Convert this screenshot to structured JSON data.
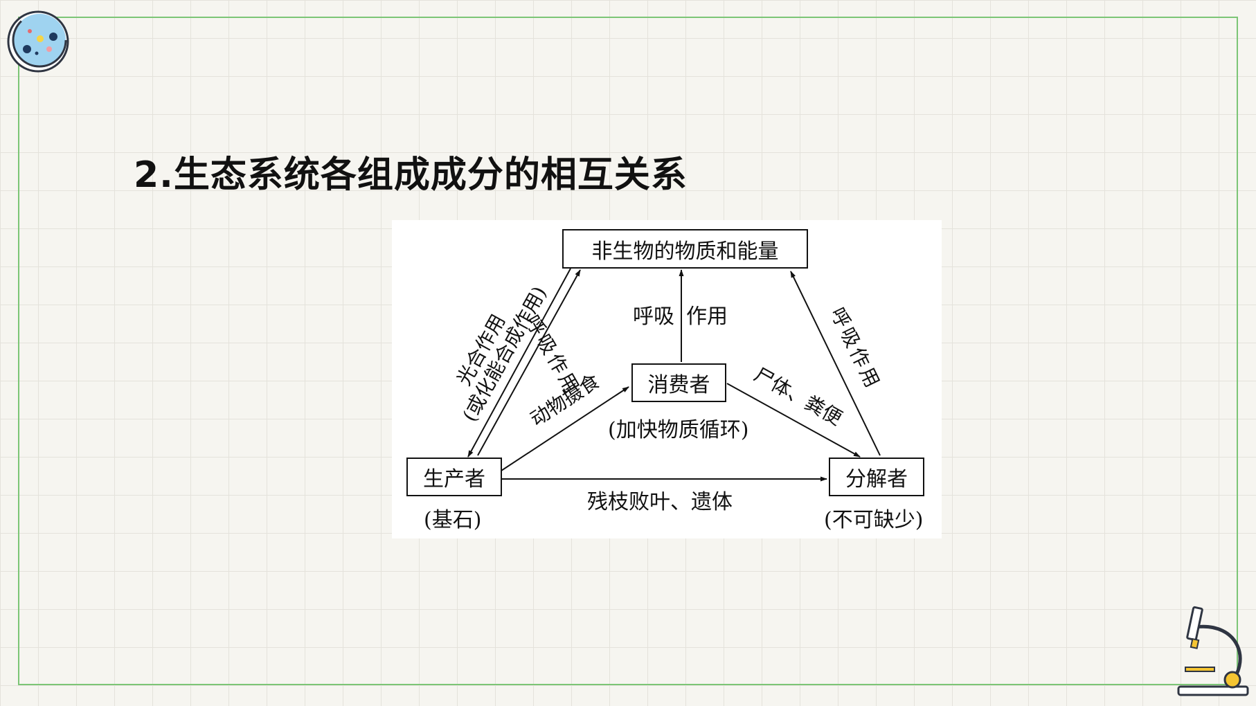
{
  "title": "2.生态系统各组成成分的相互关系",
  "icons": [
    "petri-dish-icon",
    "microscope-icon"
  ],
  "colors": {
    "frame": "#7cc576",
    "accent_yellow": "#f5c532",
    "background": "#f6f5f0"
  },
  "diagram": {
    "nodes": {
      "abiotic": "非生物的物质和能量",
      "consumer": "消费者",
      "producer": "生产者",
      "decomposer": "分解者"
    },
    "notes": {
      "producer": "(基石)",
      "consumer": "(加快物质循环)",
      "decomposer": "(不可缺少)"
    },
    "edges": {
      "photosynthesis": "光合作用",
      "chemosynthesis": "(或化能合成作用)",
      "producer_respiration": "呼吸作用",
      "consumer_respiration_a": "呼吸",
      "consumer_respiration_b": "作用",
      "decomposer_respiration": "呼吸作用",
      "feeding": "动物摄食",
      "remains": "尸体、粪便",
      "litter": "残枝败叶、遗体"
    }
  }
}
